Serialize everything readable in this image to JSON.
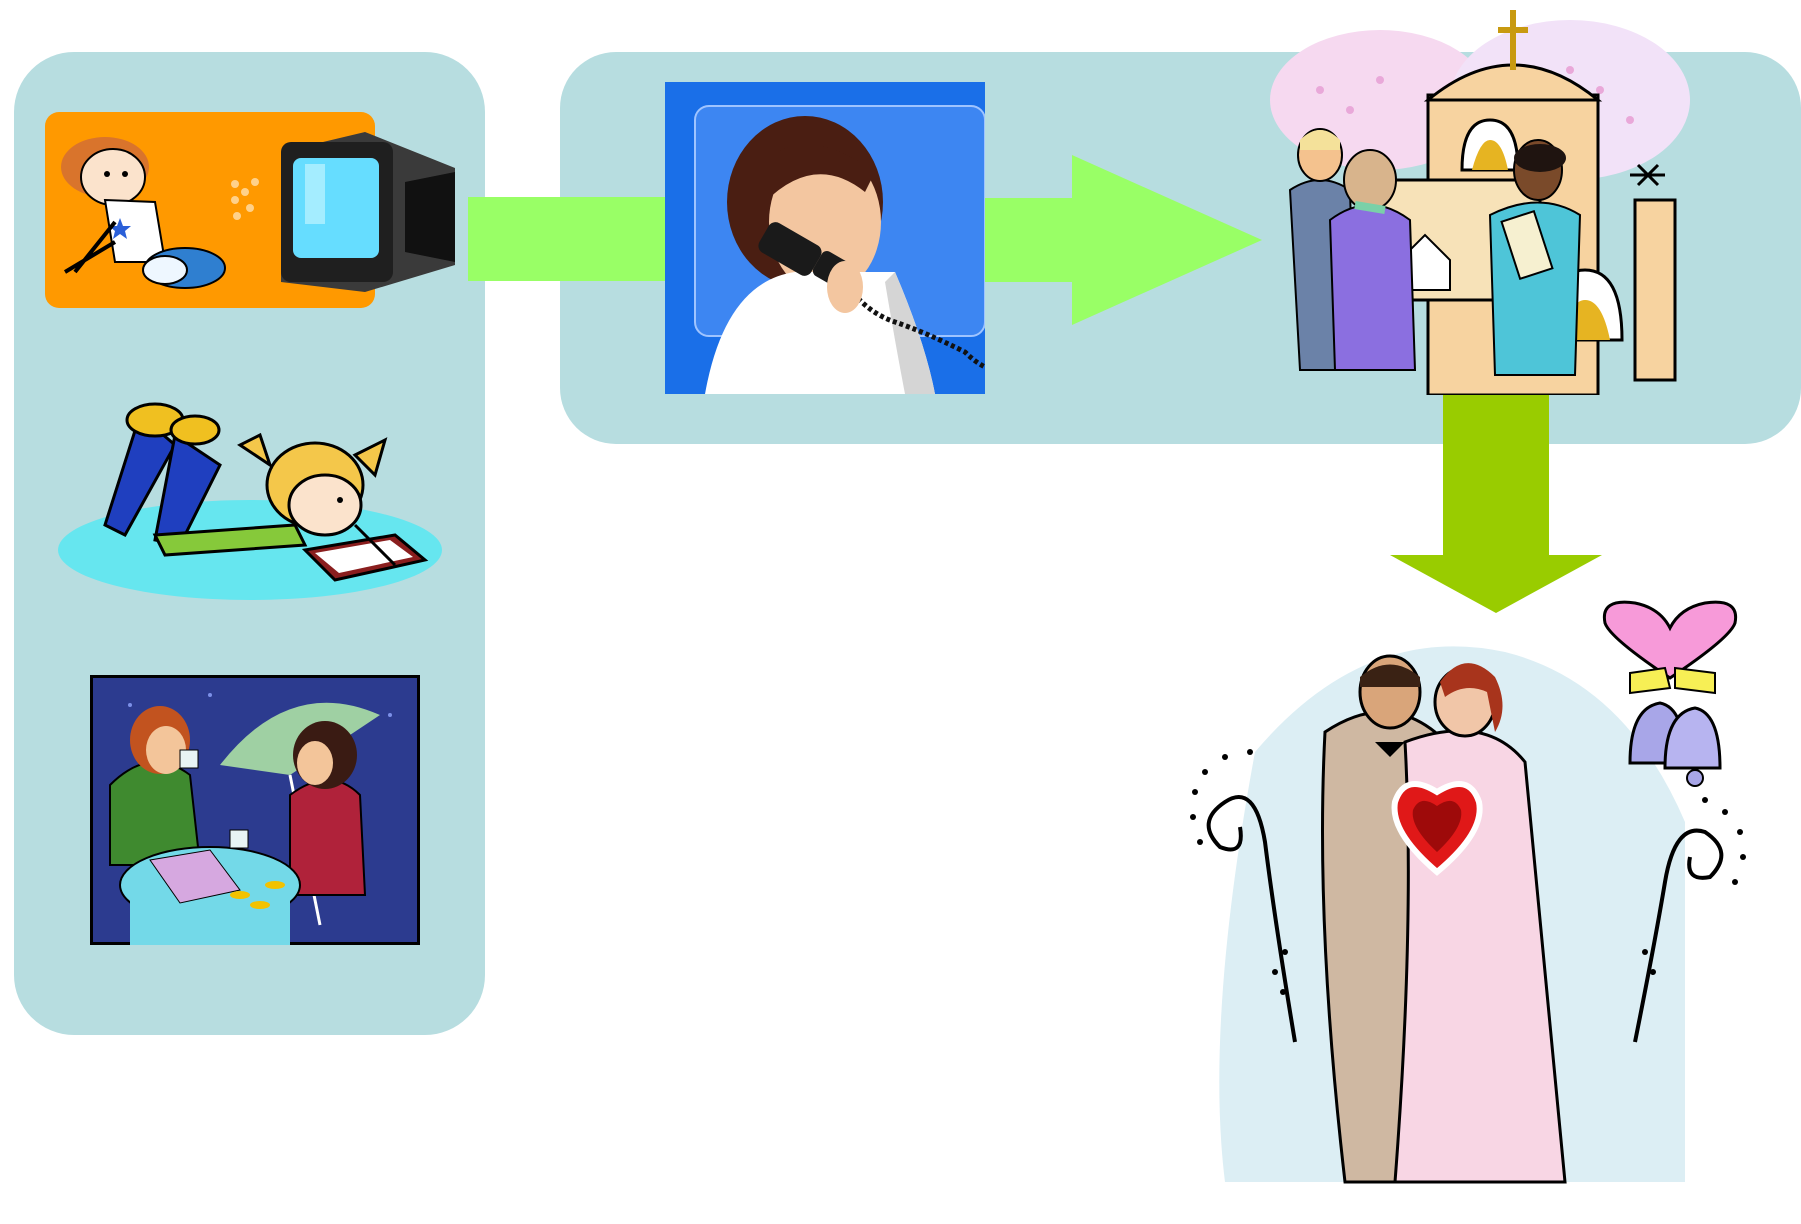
{
  "diagram": {
    "type": "process-flow",
    "stages": [
      {
        "id": "leisure-activities",
        "icons": [
          "kid-watching-tv-icon",
          "girl-writing-diary-icon",
          "women-cafe-chat-icon"
        ]
      },
      {
        "id": "phone-call",
        "icons": [
          "woman-on-phone-icon"
        ]
      },
      {
        "id": "church-planning",
        "icons": [
          "couple-meeting-planner-icon",
          "church-bells-icon"
        ]
      },
      {
        "id": "wedding",
        "icons": [
          "bride-groom-icon",
          "heart-icon",
          "wedding-bells-icon"
        ]
      }
    ],
    "connectors": [
      {
        "from": "leisure-activities",
        "to": "phone-call",
        "style": "green-bar"
      },
      {
        "from": "phone-call",
        "to": "church-planning",
        "style": "green-arrow"
      },
      {
        "from": "church-planning",
        "to": "wedding",
        "style": "olive-down-arrow"
      }
    ]
  },
  "colors": {
    "panel": "#b7dde0",
    "arrow_light": "#99ff66",
    "arrow_olive": "#99cc00",
    "tv_card": "#ff9900",
    "phone_bg": "#1a6fe8"
  }
}
